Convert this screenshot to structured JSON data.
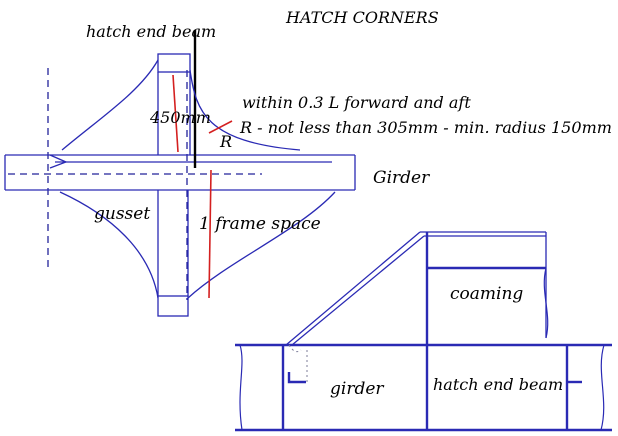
{
  "title": "HATCH CORNERS",
  "labels": {
    "hatch_end_beam_top": "hatch end beam",
    "dimension_450": "450mm",
    "note_line1": "within 0.3 L forward and aft",
    "note_line2": "R - not less than 305mm - min. radius 150mm",
    "radius": "R",
    "girder_top": "Girder",
    "gusset": "gusset",
    "frame_space": "1 frame space",
    "coaming": "coaming",
    "girder_bottom": "girder",
    "hatch_end_beam_bottom": "hatch end beam"
  },
  "colors": {
    "structure": "#2a2ab4",
    "dashed": "#23239a",
    "marker": "#d42020",
    "text": "#000000"
  }
}
